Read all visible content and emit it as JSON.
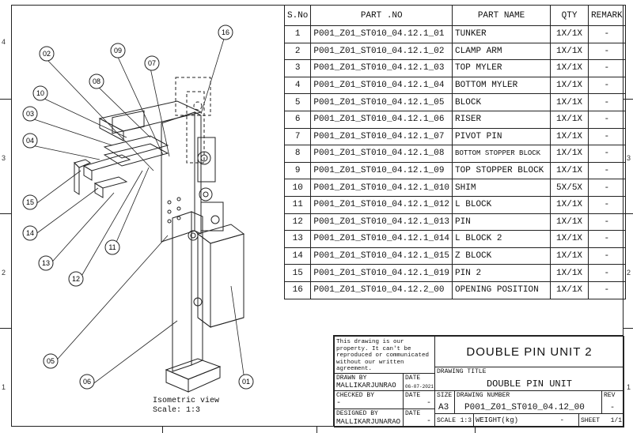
{
  "zones": {
    "left": [
      "4",
      "3",
      "2",
      "1"
    ],
    "right": [
      "3",
      "2",
      "1"
    ]
  },
  "bom": {
    "headers": {
      "sno": "S.No",
      "part_no": "PART .NO",
      "part_name": "PART NAME",
      "qty": "QTY",
      "remark": "REMARK"
    },
    "rows": [
      {
        "sno": "1",
        "part_no": "P001_Z01_ST010_04.12.1_01",
        "name": "TUNKER",
        "qty": "1X/1X",
        "remark": "-"
      },
      {
        "sno": "2",
        "part_no": "P001_Z01_ST010_04.12.1_02",
        "name": "CLAMP ARM",
        "qty": "1X/1X",
        "remark": "-"
      },
      {
        "sno": "3",
        "part_no": "P001_Z01_ST010_04.12.1_03",
        "name": "TOP MYLER",
        "qty": "1X/1X",
        "remark": "-"
      },
      {
        "sno": "4",
        "part_no": "P001_Z01_ST010_04.12.1_04",
        "name": "BOTTOM MYLER",
        "qty": "1X/1X",
        "remark": "-"
      },
      {
        "sno": "5",
        "part_no": "P001_Z01_ST010_04.12.1_05",
        "name": "BLOCK",
        "qty": "1X/1X",
        "remark": "-"
      },
      {
        "sno": "6",
        "part_no": "P001_Z01_ST010_04.12.1_06",
        "name": "RISER",
        "qty": "1X/1X",
        "remark": "-"
      },
      {
        "sno": "7",
        "part_no": "P001_Z01_ST010_04.12.1_07",
        "name": "PIVOT PIN",
        "qty": "1X/1X",
        "remark": "-"
      },
      {
        "sno": "8",
        "part_no": "P001_Z01_ST010_04.12.1_08",
        "name": "BOTTOM STOPPER BLOCK",
        "qty": "1X/1X",
        "remark": "-"
      },
      {
        "sno": "9",
        "part_no": "P001_Z01_ST010_04.12.1_09",
        "name": "TOP STOPPER BLOCK",
        "qty": "1X/1X",
        "remark": "-"
      },
      {
        "sno": "10",
        "part_no": "P001_Z01_ST010_04.12.1_010",
        "name": "SHIM",
        "qty": "5X/5X",
        "remark": "-"
      },
      {
        "sno": "11",
        "part_no": "P001_Z01_ST010_04.12.1_012",
        "name": "L BLOCK",
        "qty": "1X/1X",
        "remark": "-"
      },
      {
        "sno": "12",
        "part_no": "P001_Z01_ST010_04.12.1_013",
        "name": "PIN",
        "qty": "1X/1X",
        "remark": "-"
      },
      {
        "sno": "13",
        "part_no": "P001_Z01_ST010_04.12.1_014",
        "name": "L BLOCK 2",
        "qty": "1X/1X",
        "remark": "-"
      },
      {
        "sno": "14",
        "part_no": "P001_Z01_ST010_04.12.1_015",
        "name": "Z BLOCK",
        "qty": "1X/1X",
        "remark": "-"
      },
      {
        "sno": "15",
        "part_no": "P001_Z01_ST010_04.12.1_019",
        "name": "PIN 2",
        "qty": "1X/1X",
        "remark": "-"
      },
      {
        "sno": "16",
        "part_no": "P001_Z01_ST010_04.12.2_00",
        "name": "OPENING POSITION",
        "qty": "1X/1X",
        "remark": "-"
      }
    ]
  },
  "title_block": {
    "notice": "This drawing is our property. It can't be reproduced or communicated without our written agreement.",
    "title": "DOUBLE PIN UNIT 2",
    "drawing_title_label": "DRAWING TITLE",
    "drawing_title": "DOUBLE PIN UNIT",
    "drawn_by_label": "DRAWN BY",
    "drawn_by": "MALLIKARJUNRAO",
    "date_label": "DATE",
    "date": "06-07-2021",
    "checked_by_label": "CHECKED BY",
    "checked_by": "-",
    "checked_date_label": "DATE",
    "checked_date": "-",
    "size_label": "SIZE",
    "size": "A3",
    "drawing_number_label": "DRAWING NUMBER",
    "drawing_number": "P001_Z01_ST010_04.12_00",
    "rev_label": "REV",
    "rev": "-",
    "designed_by_label": "DESIGNED BY",
    "designed_by": "MALLIKARJUNARAO",
    "designed_date_label": "DATE",
    "designed_date": "-",
    "scale_label": "SCALE",
    "scale": "1:3",
    "weight_label": "WEIGHT(kg)",
    "weight": "-",
    "sheet_label": "SHEET",
    "sheet": "1/1"
  },
  "view": {
    "caption": "Isometric view",
    "scale": "Scale:  1:3"
  },
  "balloons": [
    "16",
    "02",
    "09",
    "07",
    "08",
    "10",
    "03",
    "04",
    "15",
    "14",
    "13",
    "12",
    "11",
    "05",
    "06",
    "01"
  ]
}
